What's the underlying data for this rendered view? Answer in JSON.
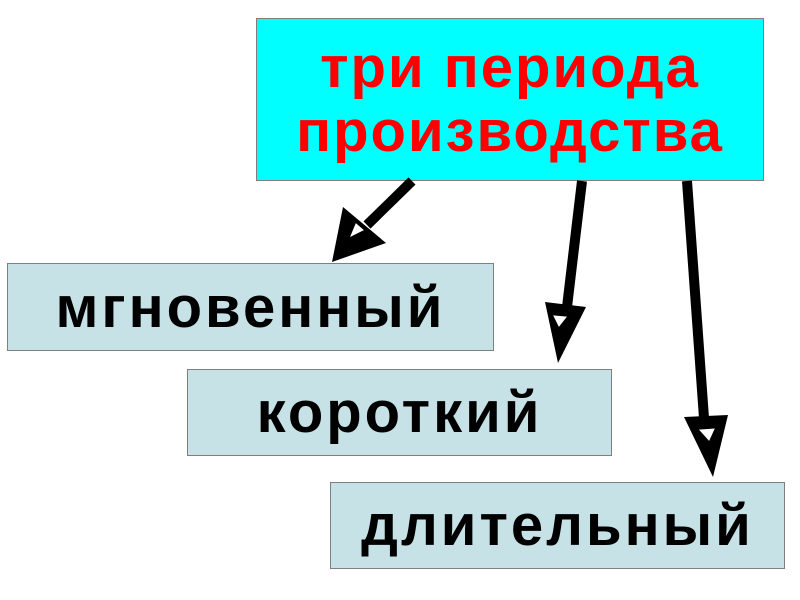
{
  "title": {
    "line1": "три периода",
    "line2": "производства",
    "color": "#ff0000",
    "background": "#00ffff"
  },
  "periods": [
    {
      "label": "мгновенный"
    },
    {
      "label": "короткий"
    },
    {
      "label": "длительный"
    }
  ],
  "colors": {
    "item_background": "#c6e2e6",
    "item_text": "#000000",
    "arrow": "#000000"
  }
}
